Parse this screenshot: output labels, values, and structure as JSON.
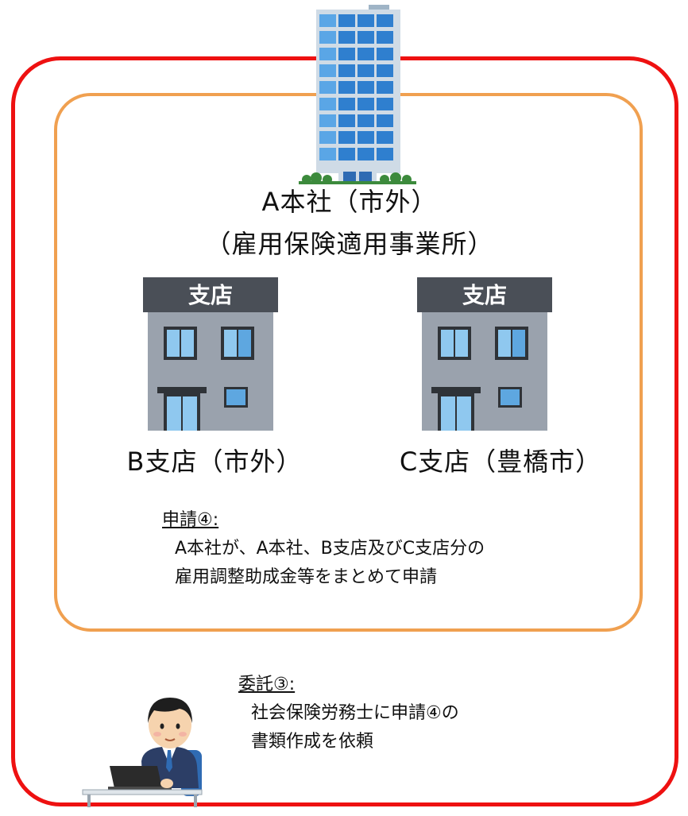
{
  "hq": {
    "name": "A本社（市外）",
    "type": "（雇用保険適用事業所）"
  },
  "branches": [
    {
      "sign": "支店",
      "name": "B支店（市外）"
    },
    {
      "sign": "支店",
      "name": "C支店（豊橋市）"
    }
  ],
  "application_note": {
    "heading": "申請④:",
    "lines": [
      "A本社が、A本社、B支店及びC支店分の",
      "雇用調整助成金等をまとめて申請"
    ]
  },
  "consign_note": {
    "heading": "委託③:",
    "lines": [
      "社会保険労務士に申請④の",
      "書類作成を依頼"
    ]
  },
  "colors": {
    "outer_border": "#ee1111",
    "inner_border": "#f0a050",
    "building_blue": "#3f8fd6",
    "branch_gray": "#9aa2ad",
    "sign_dark": "#4a4f57"
  },
  "icons": [
    "office-tower-icon",
    "branch-building-icon",
    "consultant-at-laptop-icon"
  ]
}
